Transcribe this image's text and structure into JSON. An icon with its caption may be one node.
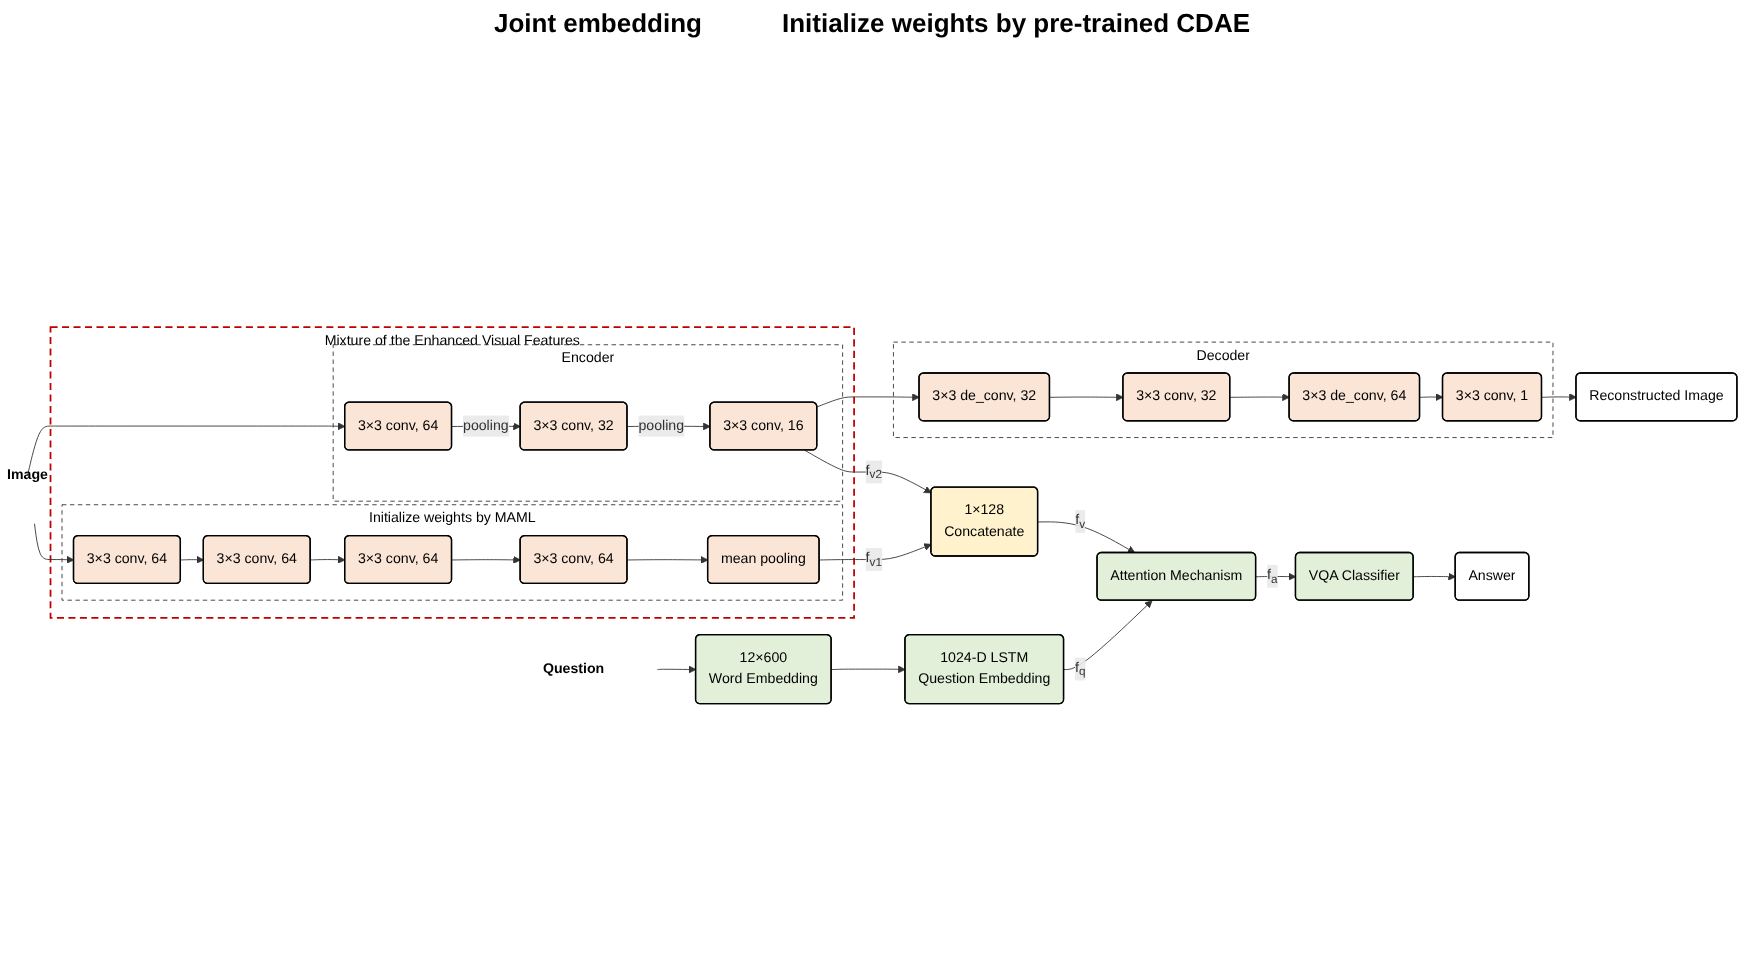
{
  "diagram": {
    "nodes": [
      {
        "text": [
          "Question"
        ]
      },
      {
        "text": [
          "12×600",
          "Word Embedding"
        ]
      },
      {
        "text": [
          "1024-D LSTM",
          "Question Embedding"
        ]
      },
      {
        "text": [
          "Image"
        ]
      },
      {
        "text": [
          "Mixture of the Enhanced Visual Features"
        ]
      },
      {
        "text": [
          "Initialize weights by MAML"
        ],
        "in": 4
      },
      {
        "text": [
          "3×3 conv, 64"
        ],
        "in": 5
      },
      {
        "text": [
          "3×3 conv, 64"
        ],
        "in": 5
      },
      {
        "text": [
          "3×3 conv, 64"
        ],
        "in": 5
      },
      {
        "text": [
          "3×3 conv, 64"
        ],
        "in": 5
      },
      {
        "text": [
          "mean pooling"
        ],
        "in": 5
      },
      {
        "text": [
          "Encoder"
        ],
        "in": 4
      },
      {
        "text": [
          "3×3 conv, 64"
        ],
        "in": 11
      },
      {
        "text": [
          "3×3 conv, 32"
        ],
        "in": 11
      },
      {
        "text": [
          "3×3 conv, 16"
        ],
        "in": 11
      },
      {
        "text": [
          "1×128",
          "Concatenate"
        ]
      },
      {
        "text": [
          "Attention Mechanism"
        ]
      },
      {
        "text": [
          "VQA Classifier"
        ]
      },
      {
        "text": [
          "Answer"
        ]
      },
      {
        "text": [
          "Decoder"
        ]
      },
      {
        "text": [
          "3×3 de_conv, 32"
        ],
        "in": 19
      },
      {
        "text": [
          "3×3 conv, 32"
        ],
        "in": 19
      },
      {
        "text": [
          "3×3 de_conv, 64"
        ],
        "in": 19
      },
      {
        "text": [
          "3×3 conv, 1"
        ],
        "in": 19
      },
      {
        "text": [
          "Reconstructed Image"
        ]
      }
    ],
    "edges": [
      {
        "from": 0,
        "to": 1,
        "arrow": "to"
      },
      {
        "from": 1,
        "to": 2,
        "arrow": "to"
      },
      {
        "from": 2,
        "to": 16,
        "arrow": "to",
        "label": "f$_{q}$"
      },
      {
        "from": 3,
        "to": 6,
        "arrow": "to"
      },
      {
        "from": 3,
        "to": 12,
        "arrow": "to"
      },
      {
        "from": 6,
        "to": 7,
        "arrow": "to"
      },
      {
        "from": 7,
        "to": 8,
        "arrow": "to"
      },
      {
        "from": 8,
        "to": 9,
        "arrow": "to"
      },
      {
        "from": 9,
        "to": 10,
        "arrow": "to"
      },
      {
        "from": 10,
        "to": 15,
        "arrow": "to",
        "label": "f$_{v1}$"
      },
      {
        "from": 12,
        "to": 13,
        "arrow": "to",
        "label": "pooling"
      },
      {
        "from": 13,
        "to": 14,
        "arrow": "to",
        "label": "pooling"
      },
      {
        "from": 14,
        "to": 15,
        "arrow": "to",
        "label": "f$_{v2}$"
      },
      {
        "from": 14,
        "to": 20,
        "arrow": "to"
      },
      {
        "from": 15,
        "to": 16,
        "arrow": "to",
        "label": "f$_{v}$"
      },
      {
        "from": 16,
        "to": 17,
        "arrow": "to",
        "label": "f$_{a}$"
      },
      {
        "from": 17,
        "to": 18,
        "arrow": "to"
      },
      {
        "from": 20,
        "to": 21,
        "arrow": "to"
      },
      {
        "from": 21,
        "to": 22,
        "arrow": "to"
      },
      {
        "from": 22,
        "to": 23,
        "arrow": "to"
      },
      {
        "from": 23,
        "to": 24,
        "arrow": "to"
      }
    ],
    "labels": [
      "Joint embedding",
      "Initialize weights by pre-trained CDAE"
    ]
  }
}
